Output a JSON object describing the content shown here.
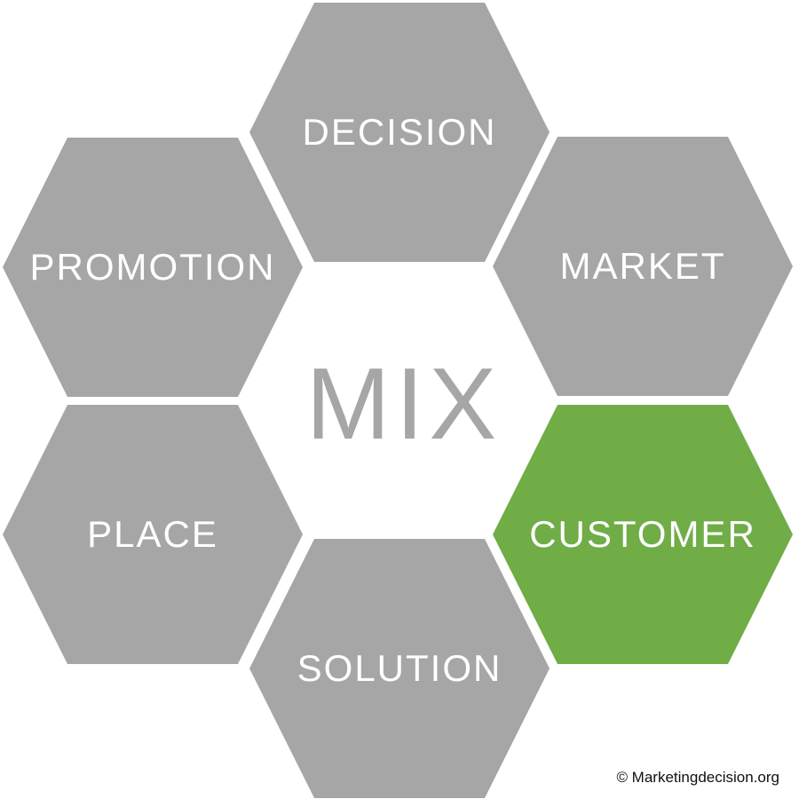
{
  "diagram": {
    "title_concept": "Marketing mix hexagon diagram",
    "center_label": "MIX",
    "hexagons": [
      {
        "id": "decision",
        "label": "DECISION",
        "position": "top-center",
        "color": "#a6a6a6"
      },
      {
        "id": "promotion",
        "label": "PROMOTION",
        "position": "middle-left",
        "color": "#a6a6a6"
      },
      {
        "id": "market",
        "label": "MARKET",
        "position": "middle-right",
        "color": "#a6a6a6"
      },
      {
        "id": "place",
        "label": "PLACE",
        "position": "lower-left",
        "color": "#a6a6a6"
      },
      {
        "id": "customer",
        "label": "CUSTOMER",
        "position": "lower-right",
        "color": "#70ad47"
      },
      {
        "id": "solution",
        "label": "SOLUTION",
        "position": "bottom-center",
        "color": "#a6a6a6"
      }
    ],
    "colors": {
      "hex_gray": "#a6a6a6",
      "hex_green_accent": "#70ad47",
      "label_text": "#ffffff",
      "center_text": "#a6a6a6",
      "background": "#ffffff"
    }
  },
  "footer": {
    "copyright": "© Marketingdecision.org"
  }
}
